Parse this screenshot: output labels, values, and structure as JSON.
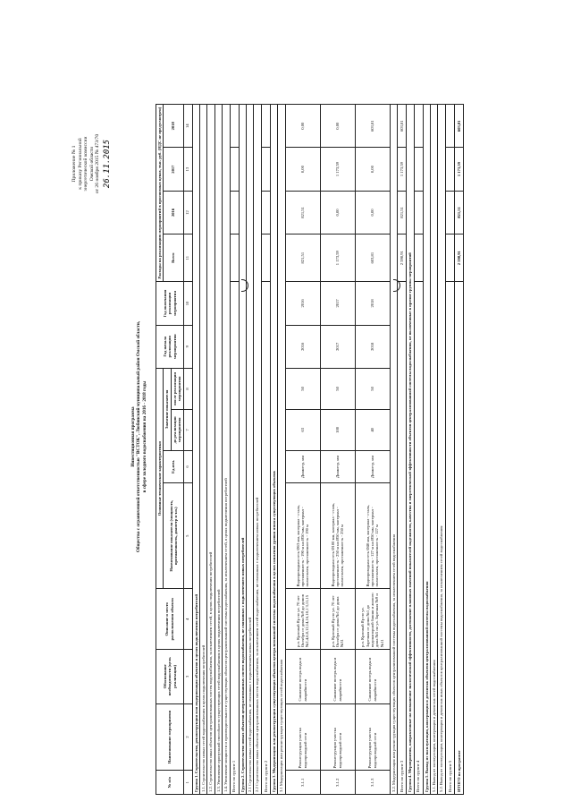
{
  "appendix": {
    "line1": "Приложение № 1",
    "line2": "к приказу Региональной",
    "line3": "энергетической комиссии",
    "line4": "Омской области",
    "date_line": "от 26 ноября 2015 № 473/70",
    "signature": "26.11.2015"
  },
  "heading": {
    "line1": "Инвестиционная программа",
    "line2": "Общества с ограниченной ответственностью \"ВСТОК\", Любинский муниципальный район Омской области,",
    "line3": "в сфере холодного водоснабжения на 2016 - 2018 годы"
  },
  "table": {
    "headers": {
      "num": "№ п/п",
      "name": "Наименование мероприятия",
      "justification": "Обоснование необходимости (цель реализации)",
      "location": "Описание и место расположения объекта",
      "tech": "Основные технические характеристики",
      "tech_param": "Наименование показателя (мощность, протяженность, диаметр и т.п.)",
      "unit": "Ед.изм.",
      "values": "Значение показателя",
      "before": "до реализации мероприятия",
      "after": "после реализации мероприятия",
      "year_start": "Год начала реализации мероприятия",
      "year_end": "Год окончания реализации мероприятия",
      "costs": "Расходы на реализацию мероприятий в прогнозных ценах, тыс. руб. (НДС не предусмотрен)",
      "total": "Всего",
      "y2016": "2016",
      "y2017": "2017",
      "y2018": "2018"
    },
    "index_row": [
      "1",
      "2",
      "3",
      "4",
      "5",
      "6",
      "7",
      "8",
      "9",
      "10",
      "11",
      "12",
      "13",
      "14"
    ],
    "group1": "Группа 1. Строительство, реконструкция или модернизация объектов в целях подключения потребителей",
    "g1_1": "1.1. Строительство новых сетей водоснабжения в целях подключения потребителей",
    "g1_2": "1.2. Строительство иных объектов централизованных систем водоснабжения, за исключением сетей, в целях подключения потребителей",
    "g1_3": "1.3. Увеличение пропускной способности существующих сетей водоснабжения в целях подключения потребителей",
    "g1_4": "1.4. Увеличение мощности и производительности существующих объектов централизованной системы водоснабжения, за исключением сетей, в целях подключения потребителей",
    "g1_total": "Всего по группе 1",
    "group2": "Группа 2. Строительство новых объектов централизованных систем водоснабжения, не связанных с подключением новых потребителей",
    "g2_1": "2.1 Строительство новых сетей водоснабжения, не связанных с подключением новых потребителей",
    "g2_2": "2.2 Строительство иных объектов централизованных систем водоснабжения, за исключением сетей водоснабжения, не связанных с подключением новых потребителей",
    "g2_total": "Всего по группе 2",
    "group3": "Группа 3. Модернизация или реконструкция существующих объектов централизованной системы водоснабжения в целях снижения уровня износа существующих объектов",
    "g3_1": "3.1 Модернизация или реконструкция существующих сетей водоснабжения",
    "rows": [
      {
        "num": "3.1.1",
        "name": "Реконструкция участка водопроводной сети",
        "justification": "Снижение потерь воды и аварийности",
        "location": "р.п. Красный Яр по ул. 70 лет Октября от дома №9 до домов №2,4,6,8,12,14,16,18,1 3,11,15",
        "param": "Водопроводная сеть Ø63 мм, материал - сталь, протяженность - 190 м на Ø50 мм, материал - полиэтилен, протяженность - 190 м",
        "unit": "Диаметр, мм",
        "before": "63",
        "after": "50",
        "start": "2016",
        "end": "2016",
        "total": "821,51",
        "y2016": "821,51",
        "y2017": "0,00",
        "y2018": "0,00"
      },
      {
        "num": "3.1.2",
        "name": "Реконструкция участка водопроводной сети",
        "justification": "Снижение потерь воды и аварийности",
        "location": "р.п. Красный Яр по ул. 70 лет Октября от дома №1 до дома №31",
        "param": "Водопроводная сеть Ø100 мм, материал - сталь, протяженность - 250 м на Ø50 мм, материал - полиэтилен, протяженность - 250 м",
        "unit": "Диаметр, мм",
        "before": "100",
        "after": "50",
        "start": "2017",
        "end": "2017",
        "total": "1 173,59",
        "y2016": "0,00",
        "y2017": "1 173,59",
        "y2018": "0,00"
      },
      {
        "num": "3.1.3",
        "name": "Реконструкция участка водопроводной сети",
        "justification": "Снижение потерь воды и аварийности",
        "location": "р.п. Красный Яр по ул. Заречная от дома №1 до водонапорной башни и жилого дома №5 по ул. Заречная №9 и №11",
        "param": "Водопроводная сеть Ø40 мм, материал - сталь, протяженность - 127 м на Ø50 мм, материал - полиэтилен, протяженность - 127 м",
        "unit": "Диаметр, мм",
        "before": "40",
        "after": "50",
        "start": "2018",
        "end": "2018",
        "total": "603,81",
        "y2016": "0,00",
        "y2017": "0,00",
        "y2018": "603,81"
      }
    ],
    "g3_2": "3.2. Модернизация или реконструкция существующих объектов централизованной системы водоснабжения, за исключением сетей водоснабжения",
    "g3_total": {
      "label": "Всего по группе 3",
      "total": "2 598,91",
      "y2016": "821,51",
      "y2017": "1 173,59",
      "y2018": "603,81"
    },
    "group4": "Группа 4. Мероприятия, направленные на повышение экологической эффективности, достижение плановых значений показателей надежности, качества и энергетической эффективности объектов централизованной системы водоснабжения, не включенные в прочие группы мероприятий",
    "g4_total": "Всего по группе 4",
    "group5": "Группа 5. Вывод из эксплуатации, консервация и демонтаж объектов централизованной системы водоснабжения",
    "g5_1": "5.1. Вывод из эксплуатации, консервация и демонтаж сетей водоснабжения",
    "g5_2": "5.2. Вывод из эксплуатации, консервация и демонтаж иных объектов централизованной системы водоснабжения, за исключением сетей водоснабжения",
    "g5_total": "Всего по группе 5",
    "grand_total": {
      "label": "ИТОГО по программе",
      "total": "2 598,91",
      "y2016": "821,51",
      "y2017": "1 173,59",
      "y2018": "603,81"
    }
  }
}
